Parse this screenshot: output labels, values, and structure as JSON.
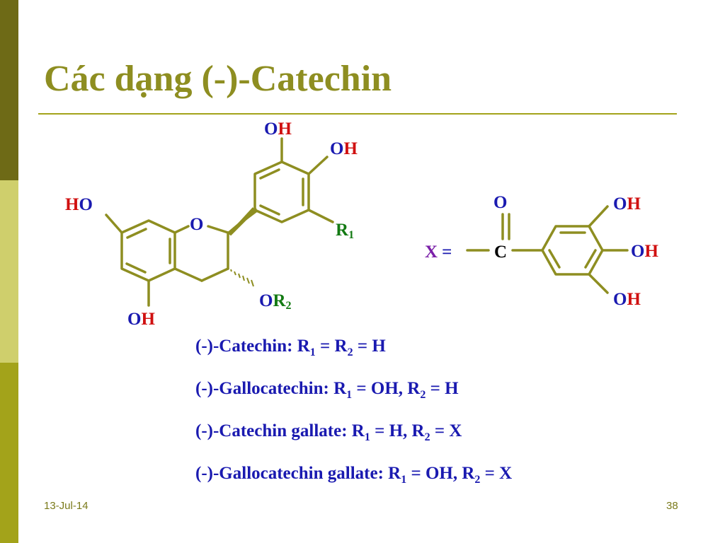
{
  "slide": {
    "title": "Các dạng (-)-Catechin",
    "date": "13-Jul-14",
    "page_number": "38"
  },
  "colors": {
    "bond": "#8e8e21",
    "oxygen": "#1a1ab0",
    "hydrogen": "#d01010",
    "r_group": "#137a13",
    "x_group": "#7a1fa8",
    "carbon": "#000000"
  },
  "catechin": {
    "labels": {
      "ho_h": "H",
      "ho_o": "O",
      "ring_o": "O",
      "oh_top_o": "O",
      "oh_top_h": "H",
      "oh_right_o": "O",
      "oh_right_h": "H",
      "r1_r": "R",
      "r1_sub": "1",
      "or2_o": "O",
      "or2_r": "R",
      "or2_sub": "2",
      "oh_bottom_o": "O",
      "oh_bottom_h": "H"
    }
  },
  "gallate": {
    "labels": {
      "x": "X",
      "equals": "=",
      "carbonyl_o": "O",
      "carbon": "C",
      "oh1_o": "O",
      "oh1_h": "H",
      "oh2_o": "O",
      "oh2_h": "H",
      "oh3_o": "O",
      "oh3_h": "H"
    }
  },
  "formulas": [
    {
      "name": "(-)-Catechin: R",
      "s1": "1",
      "m1": " = R",
      "s2": "2",
      "tail": " = H"
    },
    {
      "name": "(-)-Gallocatechin: R",
      "s1": "1",
      "m1": " = OH, R",
      "s2": "2",
      "tail": " = H"
    },
    {
      "name": "(-)-Catechin gallate: R",
      "s1": "1",
      "m1": " = H, R",
      "s2": "2",
      "tail": " = X"
    },
    {
      "name": "(-)-Gallocatechin gallate: R",
      "s1": "1",
      "m1": " = OH, R",
      "s2": "2",
      "tail": " = X"
    }
  ]
}
